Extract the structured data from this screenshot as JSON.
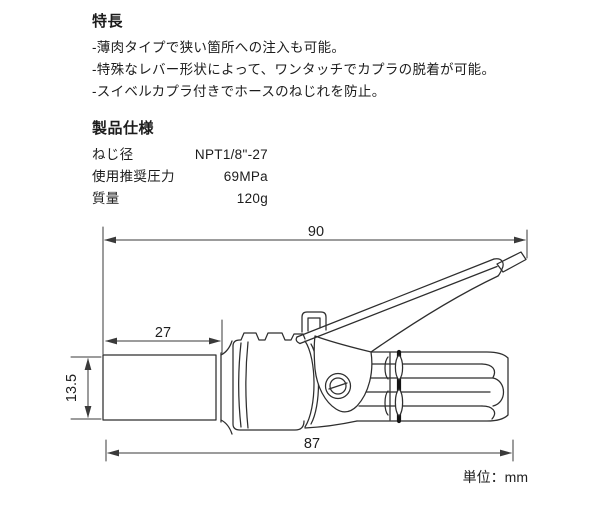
{
  "features": {
    "heading": "特長",
    "items": [
      "-薄肉タイプで狭い箇所への注入も可能。",
      "-特殊なレバー形状によって、ワンタッチでカプラの脱着が可能。",
      "-スイベルカプラ付きでホースのねじれを防止。"
    ]
  },
  "specs": {
    "heading": "製品仕様",
    "rows": [
      {
        "label": "ねじ径",
        "value": "NPT1/8\"-27"
      },
      {
        "label": "使用推奨圧力",
        "value": "69MPa"
      },
      {
        "label": "質量",
        "value": "120g"
      }
    ]
  },
  "drawing": {
    "dimensions": {
      "overall_length": "90",
      "nozzle_length": "27",
      "nozzle_diameter": "13.5",
      "body_length": "87"
    },
    "unit_label": "単位：mm"
  },
  "colors": {
    "background": "#ffffff",
    "line": "#2e2e2e",
    "dimension_line": "#3a3a3a",
    "text": "#1c1c1c"
  }
}
